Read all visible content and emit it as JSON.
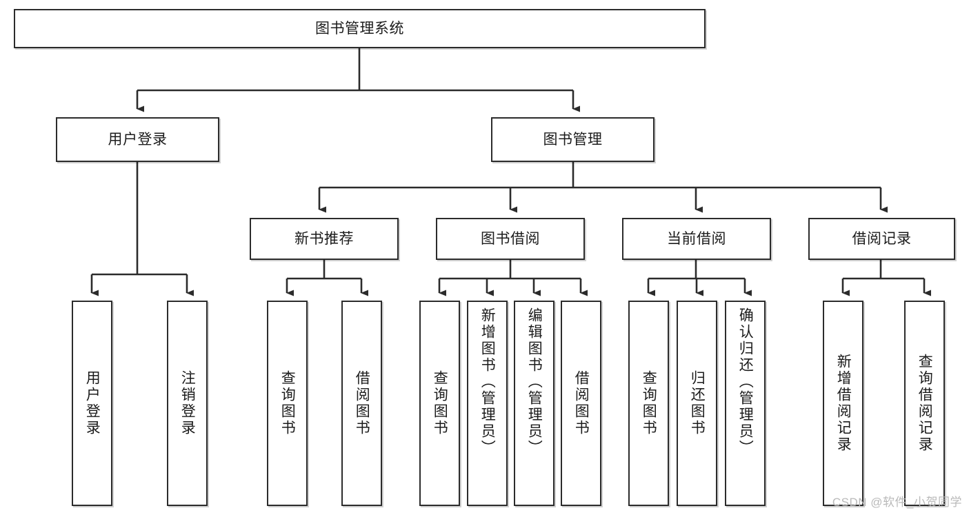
{
  "diagram": {
    "title": "图书管理系统",
    "watermark": "CSDN @软件_小贺同学",
    "colors": {
      "background": "#ffffff",
      "border": "#2b2b2b",
      "connector": "#2b2b2b",
      "text": "#1b1b1b",
      "watermark": "#b9b9b9"
    },
    "nodes": {
      "root": {
        "label": "图书管理系统"
      },
      "level2": [
        {
          "label": "用户登录"
        },
        {
          "label": "图书管理"
        }
      ],
      "level3": [
        {
          "label": "新书推荐"
        },
        {
          "label": "图书借阅"
        },
        {
          "label": "当前借阅"
        },
        {
          "label": "借阅记录"
        }
      ],
      "leaves_user_login": [
        {
          "label": "用户登录"
        },
        {
          "label": "注销登录"
        }
      ],
      "leaves_new_book": [
        {
          "label": "查询图书"
        },
        {
          "label": "借阅图书"
        }
      ],
      "leaves_borrow": [
        {
          "label": "查询图书"
        },
        {
          "label": "新增图书（管理员）"
        },
        {
          "label": "编辑图书（管理员）"
        },
        {
          "label": "借阅图书"
        }
      ],
      "leaves_current": [
        {
          "label": "查询图书"
        },
        {
          "label": "归还图书"
        },
        {
          "label": "确认归还（管理员）"
        }
      ],
      "leaves_records": [
        {
          "label": "新增借阅记录"
        },
        {
          "label": "查询借阅记录"
        }
      ]
    }
  }
}
